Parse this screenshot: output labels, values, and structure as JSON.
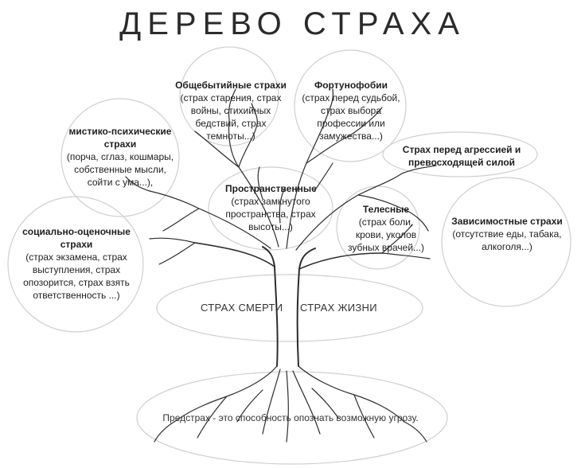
{
  "title": "ДЕРЕВО СТРАХА",
  "nodes": {
    "obshchebytiynye": {
      "heading": "Общебытийные страхи",
      "details": "(страх старения, страх войны, стихийных бедствий, страх темноты...)"
    },
    "fortunofobii": {
      "heading": "Фортунофобии",
      "details": "(страх перед судьбой, страх выбора профессии или замужества...)"
    },
    "mistiko": {
      "heading": "мистико-психические страхи",
      "details": "(порча, сглаз, кошмары, собственные мысли, сойти с ума...),"
    },
    "agressiya": {
      "heading": "Страх перед агрессией и превосходящей силой",
      "details": ""
    },
    "prostranstvennye": {
      "heading": "Пространственные",
      "details": "(страх замкнутого пространства, страх высоты...)"
    },
    "telesnye": {
      "heading": "Телесные",
      "details": "(страх боли, крови, уколов зубных врачей...)"
    },
    "zavisimostnye": {
      "heading": "Зависимостные страхи",
      "details": "(отсутствие еды, табака, алкоголя...)"
    },
    "sotsialno": {
      "heading": "социально-оценочные страхи",
      "details": "(страх экзамена, страх выступления, страх опозорится, страх взять ответственность ...)"
    }
  },
  "trunk": {
    "left": "СТРАХ СМЕРТИ",
    "right": "СТРАХ ЖИЗНИ"
  },
  "roots_note": "Предстрах - это способность опознать возможную угрозу."
}
